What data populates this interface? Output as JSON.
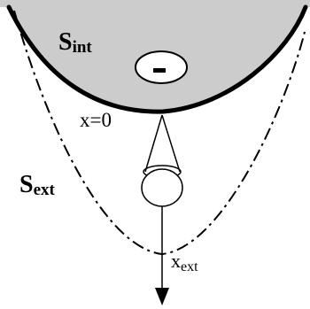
{
  "labels": {
    "s_int_main": "S",
    "s_int_sub": "int",
    "x_zero": "x=0",
    "s_ext_main": "S",
    "s_ext_sub": "ext",
    "x_ext_main": "x",
    "x_ext_sub": "ext",
    "minus_sign": "-"
  },
  "colors": {
    "interior_fill": "#cccccc",
    "stroke": "#000000",
    "background": "#ffffff"
  }
}
